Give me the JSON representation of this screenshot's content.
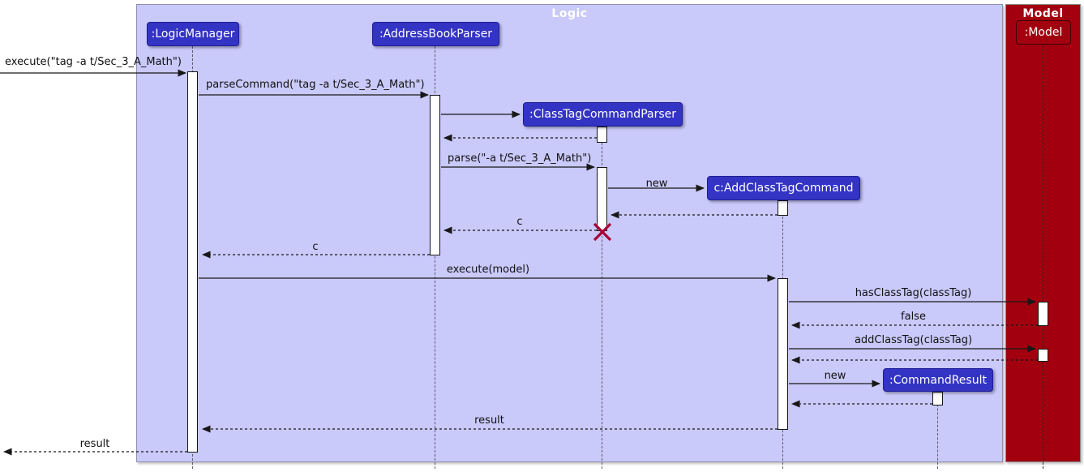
{
  "diagram": {
    "type": "uml-sequence-diagram",
    "frames": {
      "logic_title": "Logic",
      "model_title": "Model"
    },
    "participants": {
      "logic_manager": ":LogicManager",
      "address_book_parser": ":AddressBookParser",
      "class_tag_command_parser": ":ClassTagCommandParser",
      "add_class_tag_command": "c:AddClassTagCommand",
      "command_result": ":CommandResult",
      "model": ":Model"
    },
    "messages": {
      "execute_user": "execute(\"tag -a t/Sec_3_A_Math\")",
      "parse_command": "parseCommand(\"tag -a t/Sec_3_A_Math\")",
      "parse": "parse(\"-a t/Sec_3_A_Math\")",
      "new_add_class_tag_command": "new",
      "return_c_to_address_book_parser": "c",
      "return_c_to_logic_manager": "c",
      "execute_model": "execute(model)",
      "has_class_tag": "hasClassTag(classTag)",
      "return_false": "false",
      "add_class_tag": "addClassTag(classTag)",
      "new_command_result": "new",
      "return_result_to_logic_manager": "result",
      "return_result_to_caller": "result"
    },
    "colors": {
      "logic_frame_bg": "#C9C9FA",
      "model_frame_bg": "#A2000E",
      "participant_bg": "#3333C4",
      "participant_text": "#FFFFFF",
      "destroy_x": "#A80036",
      "arrow": "#181818"
    }
  }
}
